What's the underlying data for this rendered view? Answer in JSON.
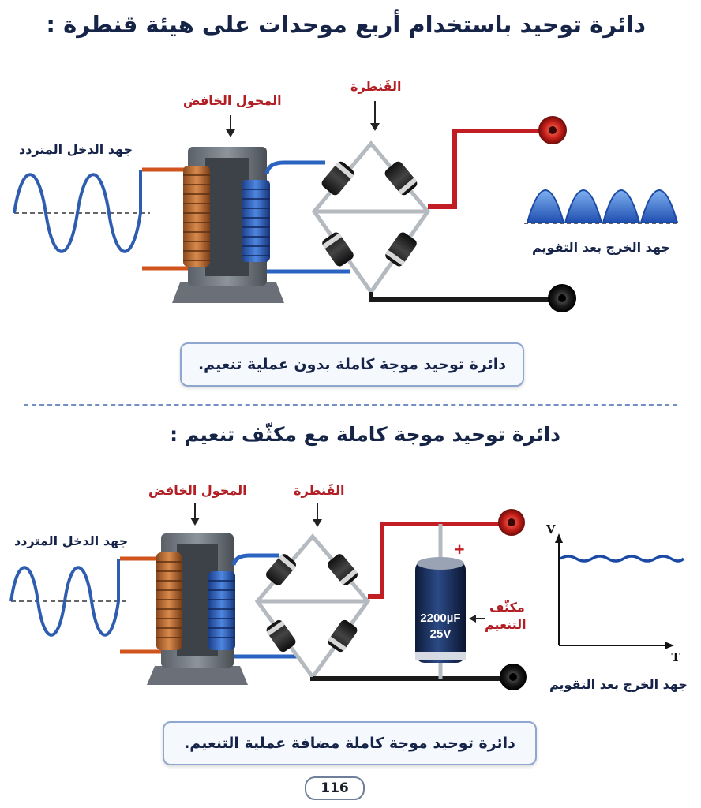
{
  "top": {
    "title": "دائرة توحيد باستخدام أربع موحدات على هيئة قنطرة :",
    "transformer_label": "المحول الخافض",
    "bridge_label": "القَنطرة",
    "input_label": "جهد الدخل المتردد",
    "output_label": "جهد الخرج بعد التقويم",
    "caption": "دائرة توحيد موجة كاملة بدون عملية تنعيم."
  },
  "bottom": {
    "title": "دائرة توحيد موجة كاملة مع مكثّف تنعيم :",
    "transformer_label": "المحول الخافض",
    "bridge_label": "القَنطرة",
    "input_label": "جهد الدخل المتردد",
    "output_label": "جهد الخرج بعد التقويم",
    "capacitor_label_line1": "مكثّف",
    "capacitor_label_line2": "التنعيم",
    "capacitor_value": "2200µF",
    "capacitor_voltage": "25V",
    "plus_sign": "+",
    "axis_v": "V",
    "axis_t": "T",
    "caption": "دائرة توحيد موجة كاملة مضافة عملية التنعيم."
  },
  "page_number": "116",
  "colors": {
    "title": "#152447",
    "label_red": "#b11f24",
    "wave_blue": "#2e5db0",
    "copper": "#b0672e",
    "blue_coil": "#2b63c0",
    "red_wire": "#c21d22"
  }
}
